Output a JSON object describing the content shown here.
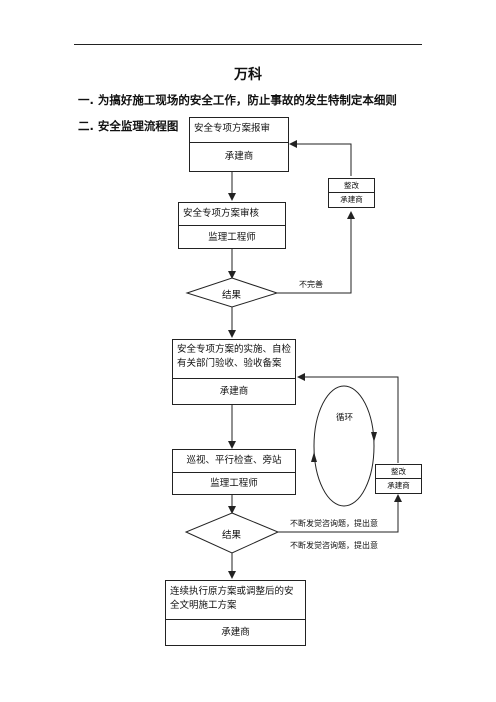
{
  "doc": {
    "title": "万科",
    "heading1": "一. 为搞好施工现场的安全工作，防止事故的发生特制定本细则",
    "heading2": "二. 安全监理流程图"
  },
  "flow": {
    "box1": {
      "top": "安全专项方案报审",
      "bottom": "承建商"
    },
    "rect1": {
      "top": "整改",
      "bottom": "承建商"
    },
    "box2": {
      "top": "安全专项方案审核",
      "bottom": "监理工程师"
    },
    "diamond1": "结果",
    "label_incomplete": "不完善",
    "box3": {
      "top": "安全专项方案的实施、自检有关部门验收、验收备案",
      "bottom": "承建商"
    },
    "cycle_label": "循环",
    "box4": {
      "top": "巡视、平行检查、旁站",
      "bottom": "监理工程师"
    },
    "rect2": {
      "top": "整改",
      "bottom": "承建商"
    },
    "diamond2": "结果",
    "label_issue1": "不断发觉咨询题，提出意",
    "label_issue2": "不断发觉咨询题，提出意",
    "box5": {
      "top": "连续执行原方案或调整后的安全文明施工方案",
      "bottom": "承建商"
    }
  }
}
